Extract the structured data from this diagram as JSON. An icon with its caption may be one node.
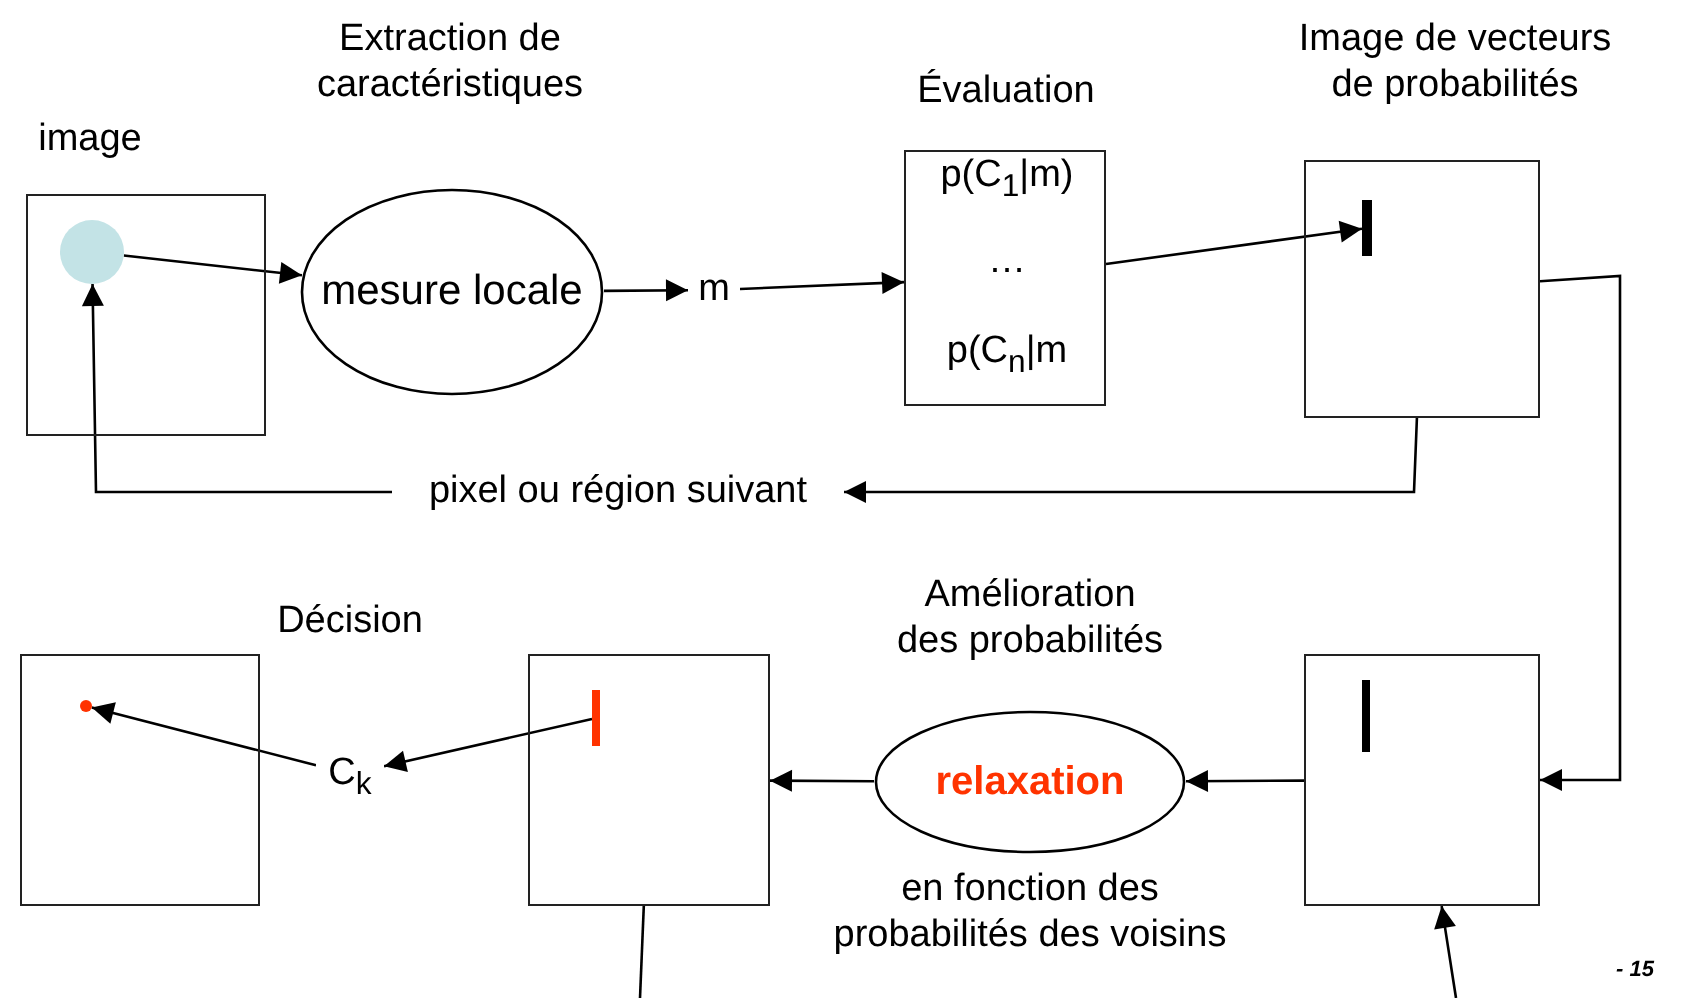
{
  "diagram": {
    "nodes": [
      {
        "text": [],
        "shape": "box",
        "beside": [
          "image"
        ]
      },
      {
        "text": [],
        "shape": "circle",
        "in": 0
      },
      {
        "text": [
          "mesure locale"
        ],
        "beside": [
          "Extraction de caractéristiques"
        ]
      },
      {
        "text": [
          "m"
        ]
      },
      {
        "text": [
          "p(C$_{1}$|m)",
          "…",
          "p(C$_{n}$|m"
        ],
        "beside": [
          "Évaluation"
        ]
      },
      {
        "text": [],
        "shape": "box",
        "beside": [
          "Image de vecteurs de probabilités"
        ]
      },
      {
        "text": [],
        "shape": "bar",
        "in": 5
      },
      {
        "text": [
          "pixel ou région suivant"
        ]
      },
      {
        "text": [],
        "shape": "box"
      },
      {
        "text": [],
        "shape": "bar",
        "in": 8
      },
      {
        "text": [
          "relaxation"
        ],
        "beside": [
          "Amélioration des probabilités",
          "en fonction des probabilités des voisins"
        ]
      },
      {
        "text": [],
        "shape": "box"
      },
      {
        "text": [],
        "shape": "bar",
        "in": 11
      },
      {
        "text": [
          "C$_{k}$"
        ]
      },
      {
        "text": [],
        "shape": "box",
        "beside": [
          "Décision"
        ]
      },
      {
        "text": [],
        "shape": "circle",
        "in": 14
      }
    ],
    "edges": [
      {
        "from": 1,
        "to": 2,
        "arrow": "to"
      },
      {
        "from": 2,
        "to": 3,
        "arrow": "to"
      },
      {
        "from": 3,
        "to": 4,
        "arrow": "to"
      },
      {
        "from": 4,
        "to": 6,
        "arrow": "to"
      },
      {
        "from": 5,
        "to": 7,
        "arrow": "to"
      },
      {
        "from": 7,
        "to": 1,
        "arrow": "to"
      },
      {
        "from": 5,
        "to": 8,
        "arrow": "to"
      },
      {
        "from": 8,
        "to": 10,
        "arrow": "to"
      },
      {
        "from": 10,
        "to": 11,
        "arrow": "to"
      },
      {
        "from": 12,
        "to": 13,
        "arrow": "to"
      },
      {
        "from": 13,
        "to": 15,
        "arrow": "to"
      },
      {
        "from": 11,
        "to": null,
        "arrow": "none"
      },
      {
        "from": null,
        "to": 8,
        "arrow": "to"
      }
    ],
    "labels": [
      "- 15"
    ]
  }
}
